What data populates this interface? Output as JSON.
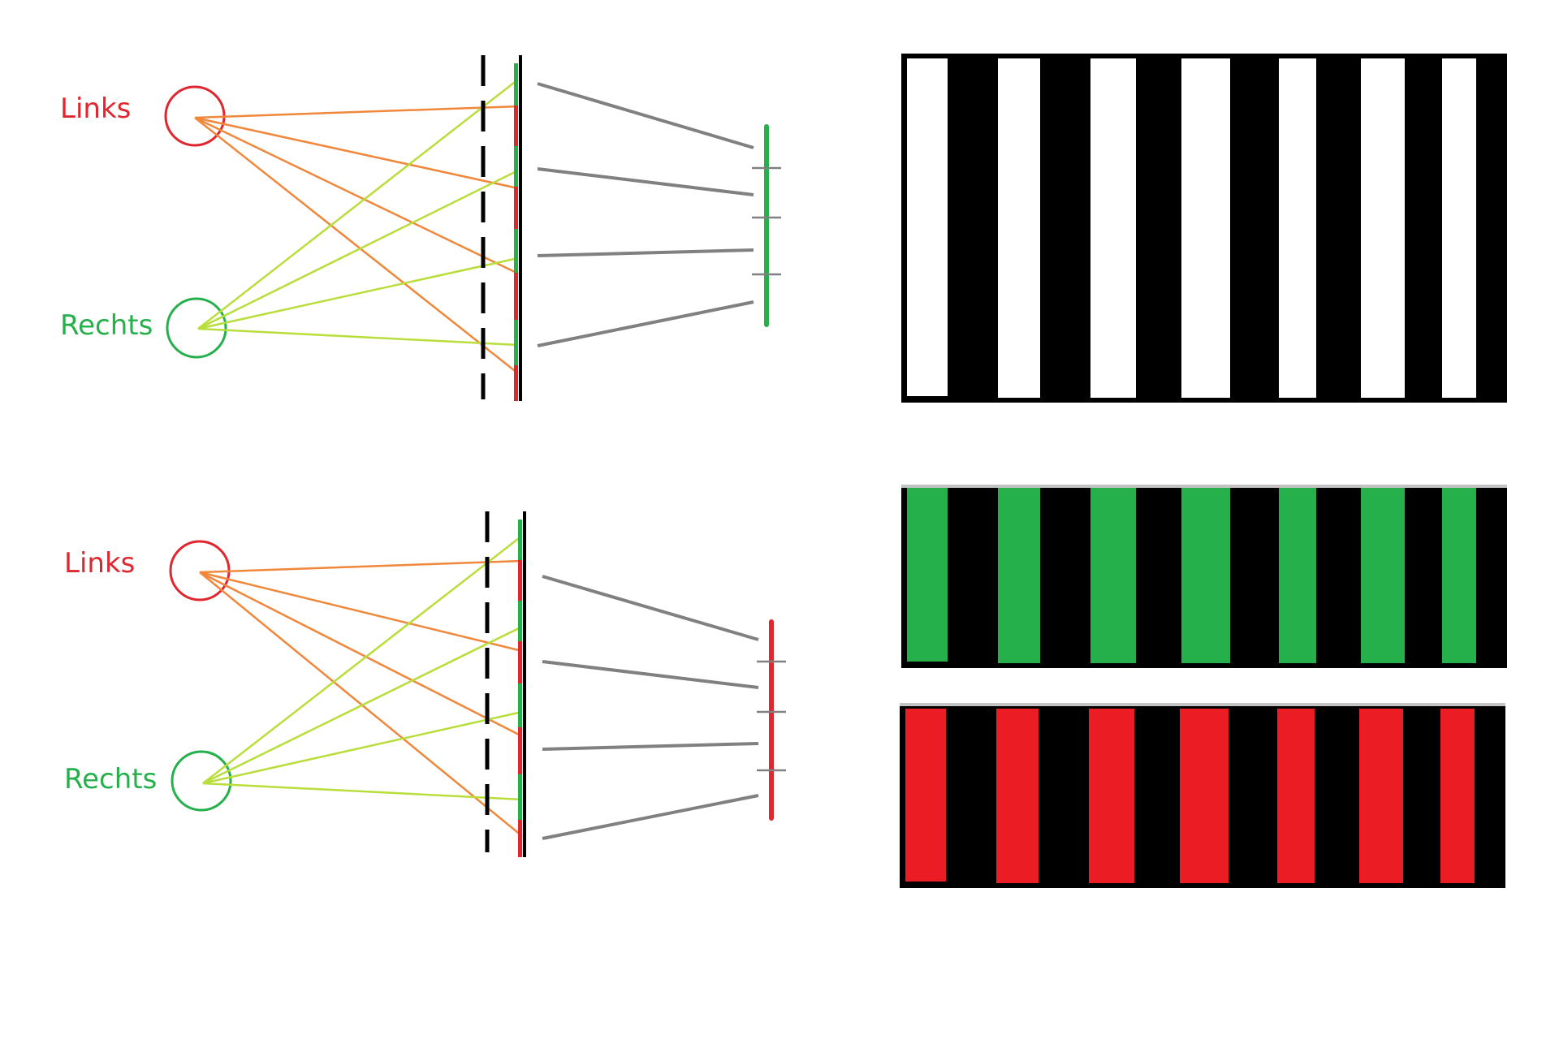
{
  "colors": {
    "left_eye": "#e0262e",
    "right_eye": "#25b04c",
    "left_rays": "#f0873a",
    "right_rays": "#b9dd3a",
    "barrier": "#000000",
    "projection_rays": "#808080",
    "stripe_dark": "#000000",
    "stripe_white": "#ffffff",
    "stripe_green": "#25b04c",
    "stripe_red": "#ec1c24",
    "edge_gray": "#c3c3c3"
  },
  "diagrams": [
    {
      "left_eye_label": "Links",
      "right_eye_label": "Rechts",
      "image_line_color": "green"
    },
    {
      "left_eye_label": "Links",
      "right_eye_label": "Rechts",
      "image_line_color": "red"
    }
  ],
  "stripe_panels": [
    {
      "light_color": "white",
      "stripe_count": 7
    },
    {
      "light_color": "green",
      "stripe_count": 7
    },
    {
      "light_color": "red",
      "stripe_count": 7
    }
  ]
}
